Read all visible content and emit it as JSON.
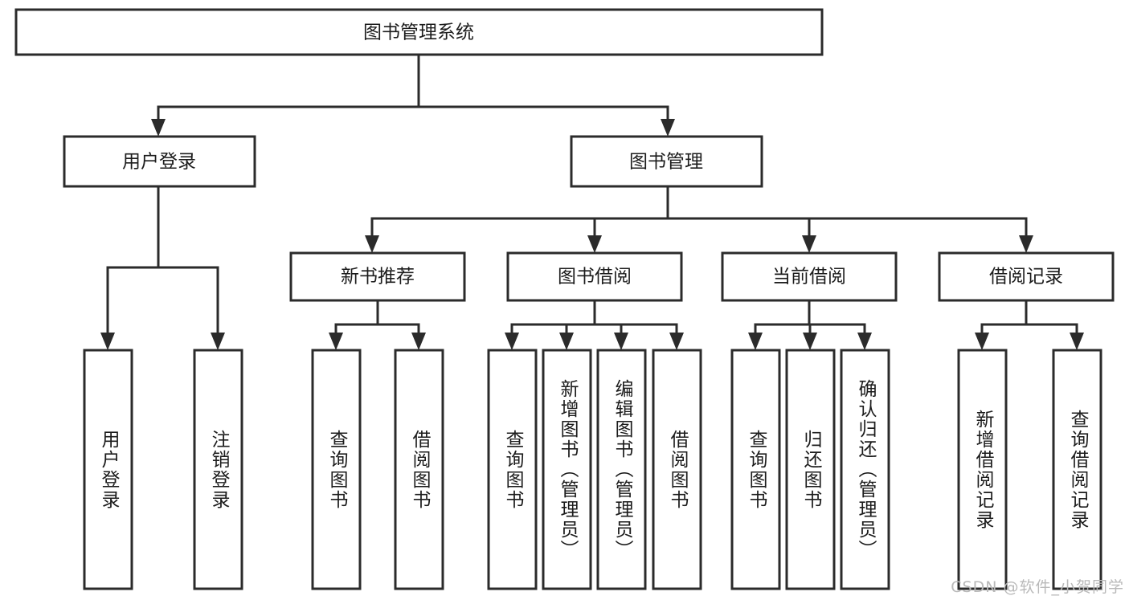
{
  "diagram": {
    "title": "图书管理系统",
    "type": "tree-hierarchy-chart",
    "orientation": "top-down",
    "colors": {
      "box_stroke": "#2b2b2b",
      "box_fill": "#ffffff",
      "connector": "#2b2b2b",
      "text": "#1c1c1c",
      "background": "#ffffff",
      "watermark": "#b9b9b9"
    },
    "root": {
      "label": "图书管理系统"
    },
    "level2": [
      {
        "label": "用户登录"
      },
      {
        "label": "图书管理"
      }
    ],
    "level3": [
      {
        "label": "新书推荐"
      },
      {
        "label": "图书借阅"
      },
      {
        "label": "当前借阅"
      },
      {
        "label": "借阅记录"
      }
    ],
    "leaves": {
      "user_login": [
        {
          "label": "用户登录"
        },
        {
          "label": "注销登录"
        }
      ],
      "new_book_recommend": [
        {
          "label": "查询图书"
        },
        {
          "label": "借阅图书"
        }
      ],
      "book_borrow": [
        {
          "label": "查询图书"
        },
        {
          "label": "新增图书（管理员）"
        },
        {
          "label": "编辑图书（管理员）"
        },
        {
          "label": "借阅图书"
        }
      ],
      "current_borrow": [
        {
          "label": "查询图书"
        },
        {
          "label": "归还图书"
        },
        {
          "label": "确认归还（管理员）"
        }
      ],
      "borrow_record": [
        {
          "label": "新增借阅记录"
        },
        {
          "label": "查询借阅记录"
        }
      ]
    },
    "watermark": "CSDN @软件_小贺同学"
  }
}
